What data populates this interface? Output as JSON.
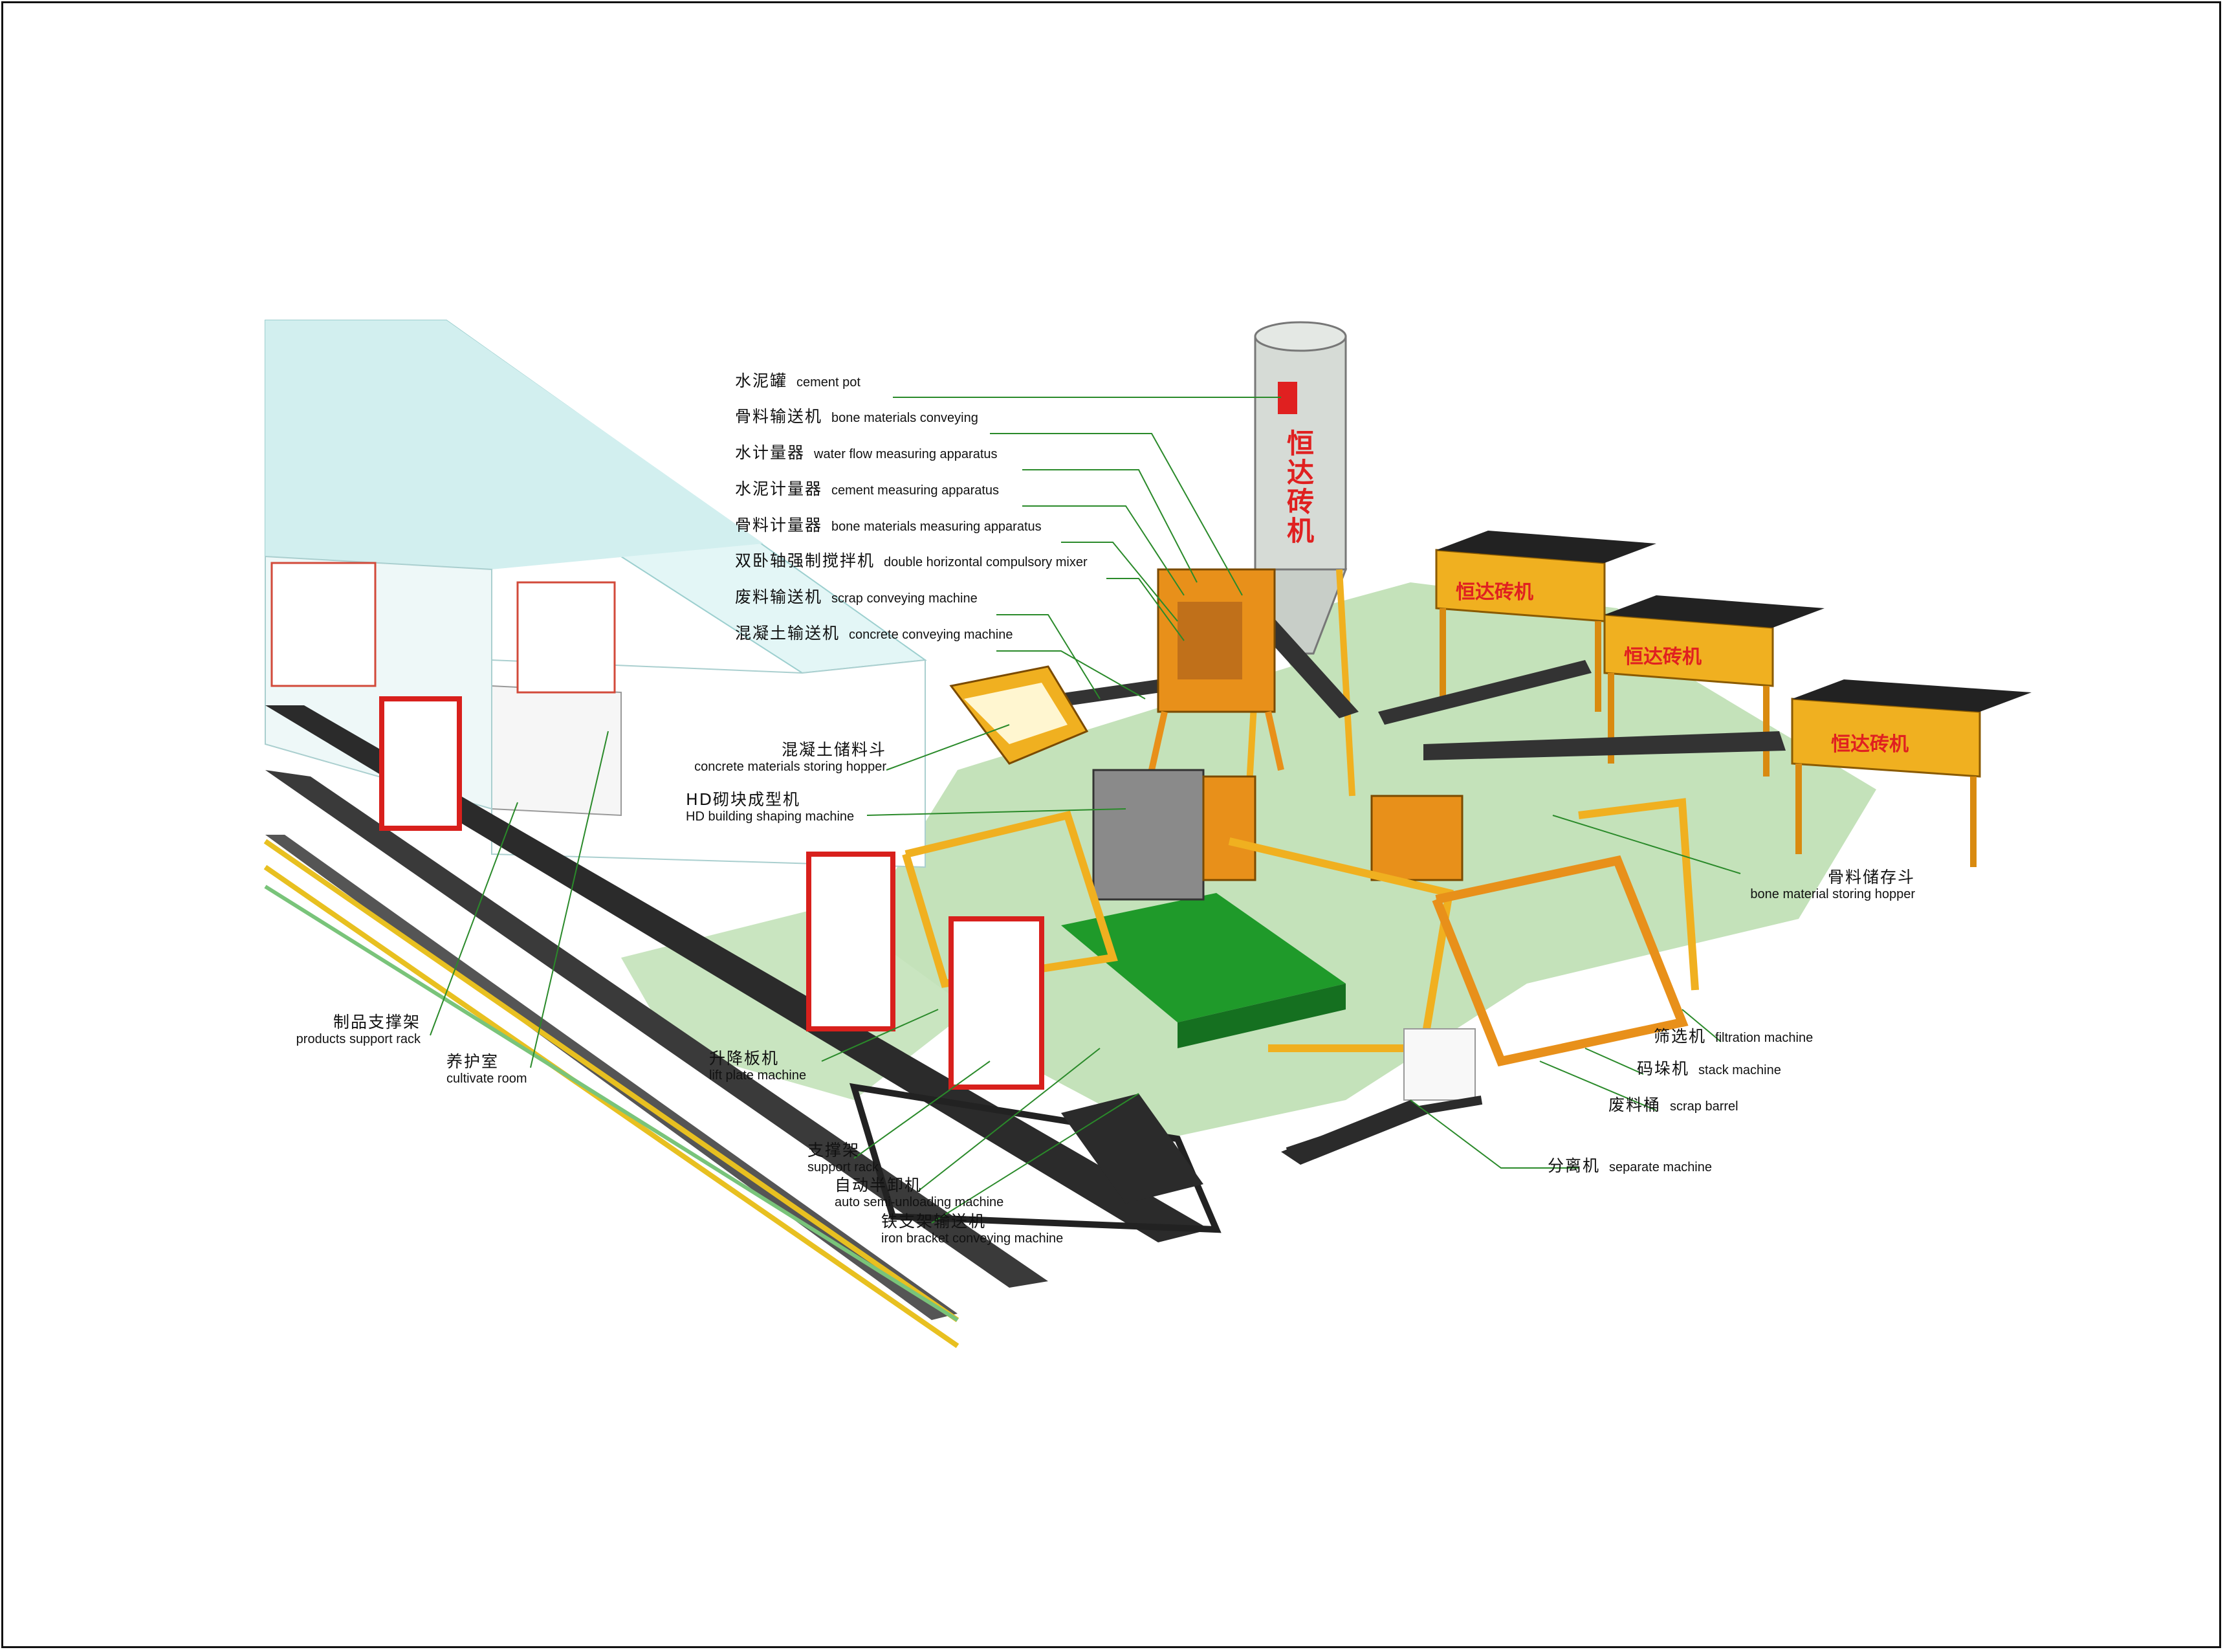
{
  "labels": {
    "cement_pot": {
      "zh": "水泥罐",
      "en": "cement pot"
    },
    "bone_conveying": {
      "zh": "骨料输送机",
      "en": "bone materials conveying"
    },
    "water_measure": {
      "zh": "水计量器",
      "en": "water flow measuring apparatus"
    },
    "cement_measure": {
      "zh": "水泥计量器",
      "en": "cement measuring apparatus"
    },
    "bone_measure": {
      "zh": "骨料计量器",
      "en": "bone materials measuring apparatus"
    },
    "mixer": {
      "zh": "双卧轴强制搅拌机",
      "en": "double horizontal compulsory mixer"
    },
    "scrap_conveying": {
      "zh": "废料输送机",
      "en": "scrap conveying machine"
    },
    "concrete_conveying": {
      "zh": "混凝土输送机",
      "en": "concrete conveying machine"
    },
    "concrete_hopper": {
      "zh": "混凝土储料斗",
      "en": "concrete materials storing hopper"
    },
    "shaping": {
      "zh": "HD砌块成型机",
      "en": "HD building shaping machine"
    },
    "bone_hopper": {
      "zh": "骨料储存斗",
      "en": "bone material storing hopper"
    },
    "products_rack": {
      "zh": "制品支撑架",
      "en": "products support rack"
    },
    "cultivate": {
      "zh": "养护室",
      "en": "cultivate room"
    },
    "lift_plate": {
      "zh": "升降板机",
      "en": "lift plate machine"
    },
    "support_rack": {
      "zh": "支撑架",
      "en": "support rack"
    },
    "unloading": {
      "zh": "自动半卸机",
      "en": "auto semi-unloading machine"
    },
    "iron_bracket": {
      "zh": "铁支架输送机",
      "en": "iron bracket conveying machine"
    },
    "filtration": {
      "zh": "筛选机",
      "en": "filtration machine"
    },
    "stack": {
      "zh": "码垛机",
      "en": "stack machine"
    },
    "scrap_barrel": {
      "zh": "废料桶",
      "en": "scrap barrel"
    },
    "separate": {
      "zh": "分离机",
      "en": "separate machine"
    }
  },
  "brand_text": "恒达砖机",
  "colors": {
    "machine_yellow": "#f0b020",
    "machine_orange": "#e8901a",
    "rack_red": "#d8201c",
    "floor_green": "#1f9a2a",
    "shadow_green": "#b9d9b0",
    "room_cyan": "#d8f3f3",
    "rail_dark": "#2a2a2a",
    "brand_red": "#e02020"
  }
}
